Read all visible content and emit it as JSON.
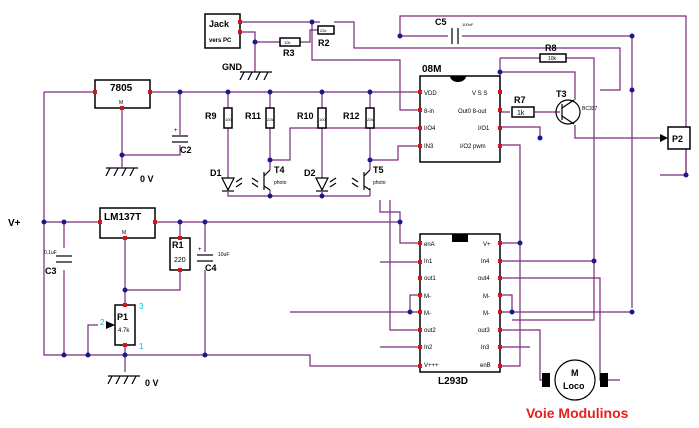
{
  "diagram": {
    "title": "Voie Modulinos",
    "colors": {
      "wire": "#7a2a7a",
      "pin": "#d4141c",
      "node": "#1a1a8c",
      "title": "#e8201c",
      "pin_number": "#00bcd4"
    },
    "power": {
      "vplus": "V+",
      "gnd": "GND",
      "zero_v_top": "0 V",
      "zero_v_bottom": "0 V"
    },
    "jack": {
      "line1": "Jack",
      "line2": "vers PC"
    },
    "regulators": {
      "r7805": "7805",
      "r7805_pin": "M",
      "lm137": "LM137T",
      "lm137_pin": "M"
    },
    "resistors": {
      "r2": "R2",
      "r2_val": "22k",
      "r3": "R3",
      "r3_val": "10k",
      "r8": "R8",
      "r8_val": "10k",
      "r7": "R7",
      "r7_val": "1k",
      "r9": "R9",
      "r9_val": "100",
      "r10": "R10",
      "r10_val": "100",
      "r11": "R11",
      "r11_val": "22k",
      "r12": "R12",
      "r12_val": "22k",
      "r1": "R1",
      "r1_val": "220"
    },
    "capacitors": {
      "c2": "C2",
      "c3": "C3",
      "c3_val": "0.1uF",
      "c4": "C4",
      "c4_val": "10uF",
      "c5": "C5",
      "c5_val": "100nF"
    },
    "pot": {
      "name": "P1",
      "value": "4.7k",
      "pin1": "1",
      "pin2": "2",
      "pin3": "3"
    },
    "leds": {
      "d1": "D1",
      "d2": "D2"
    },
    "phototransistors": {
      "t4": "T4",
      "t5": "T5",
      "t4_sub": "photo",
      "t5_sub": "photo"
    },
    "transistor": {
      "name": "T3",
      "part": "BC337"
    },
    "connector": {
      "p2": "P2"
    },
    "mcu": {
      "name": "08M",
      "pins_left": [
        "VDD",
        "8-in",
        "I/O4",
        "IN3"
      ],
      "pins_right": [
        "V S S",
        "Out0 8-out",
        "I/O1",
        "I/O2 pwm"
      ]
    },
    "driver": {
      "name": "L293D",
      "pins_left": [
        "enA",
        "In1",
        "out1",
        "M-",
        "M-",
        "out2",
        "In2",
        "V+++"
      ],
      "pins_right": [
        "V+",
        "In4",
        "out4",
        "M-",
        "M-",
        "out3",
        "In3",
        "enB"
      ]
    },
    "motor": {
      "line1": "M",
      "line2": "Loco"
    }
  }
}
